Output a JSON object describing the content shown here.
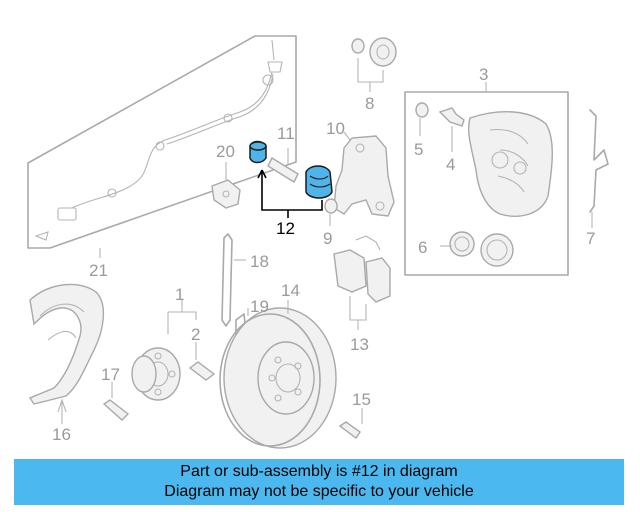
{
  "diagram": {
    "highlight_color": "#4fb4e8",
    "line_color": "#a9a9a9",
    "highlighted_part": "12",
    "callouts": [
      "1",
      "2",
      "3",
      "4",
      "5",
      "6",
      "7",
      "8",
      "9",
      "10",
      "11",
      "12",
      "13",
      "14",
      "15",
      "16",
      "17",
      "18",
      "19",
      "20",
      "21"
    ]
  },
  "banner": {
    "line1": "Part or sub-assembly is #12 in diagram",
    "line2": "Diagram may not be specific to your vehicle",
    "background": "#4cb8f0"
  }
}
